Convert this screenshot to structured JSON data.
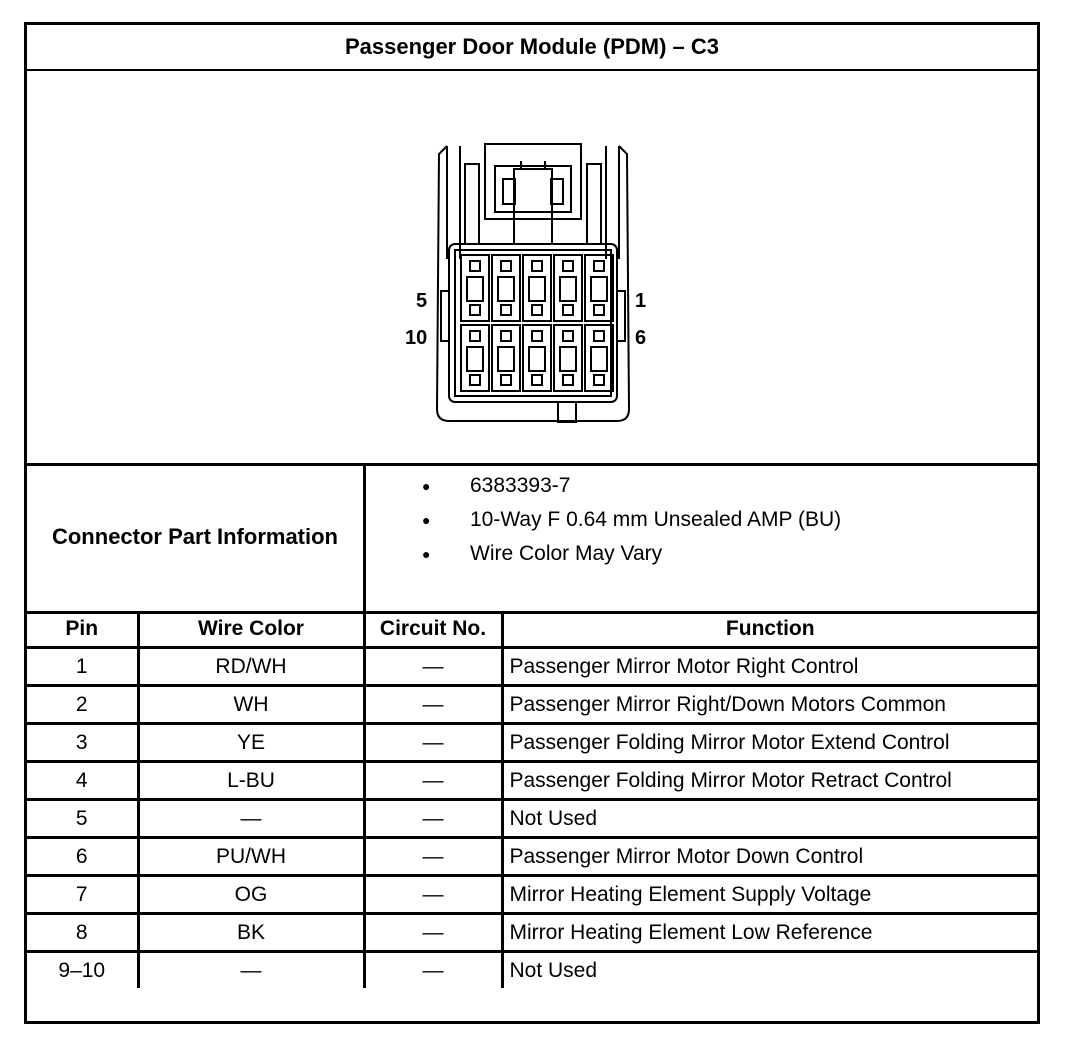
{
  "title": "Passenger Door Module (PDM) – C3",
  "connector": {
    "pin_labels": {
      "top_left": "5",
      "bottom_left": "10",
      "top_right": "1",
      "bottom_right": "6"
    }
  },
  "part_info": {
    "label": "Connector Part Information",
    "items": [
      "6383393-7",
      "10-Way F 0.64 mm Unsealed AMP (BU)",
      "Wire Color May Vary"
    ]
  },
  "table": {
    "headers": {
      "pin": "Pin",
      "wire_color": "Wire Color",
      "circuit": "Circuit No.",
      "function": "Function"
    },
    "rows": [
      {
        "pin": "1",
        "wire_color": "RD/WH",
        "circuit": "—",
        "function": "Passenger Mirror Motor Right Control"
      },
      {
        "pin": "2",
        "wire_color": "WH",
        "circuit": "—",
        "function": "Passenger Mirror Right/Down Motors Common"
      },
      {
        "pin": "3",
        "wire_color": "YE",
        "circuit": "—",
        "function": "Passenger Folding Mirror Motor Extend Control"
      },
      {
        "pin": "4",
        "wire_color": "L-BU",
        "circuit": "—",
        "function": "Passenger Folding Mirror Motor Retract Control"
      },
      {
        "pin": "5",
        "wire_color": "—",
        "circuit": "—",
        "function": "Not Used"
      },
      {
        "pin": "6",
        "wire_color": "PU/WH",
        "circuit": "—",
        "function": "Passenger Mirror Motor Down Control"
      },
      {
        "pin": "7",
        "wire_color": "OG",
        "circuit": "—",
        "function": "Mirror Heating Element Supply Voltage"
      },
      {
        "pin": "8",
        "wire_color": "BK",
        "circuit": "—",
        "function": "Mirror Heating Element Low Reference"
      },
      {
        "pin": "9–10",
        "wire_color": "—",
        "circuit": "—",
        "function": "Not Used"
      }
    ]
  }
}
